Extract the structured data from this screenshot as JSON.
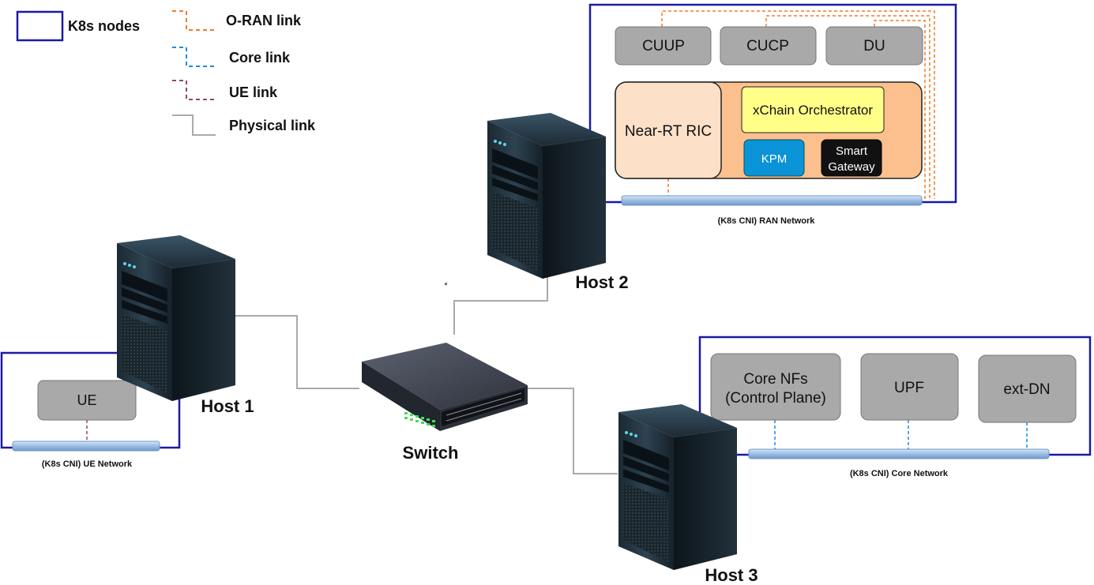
{
  "legend": {
    "k8s_nodes": "K8s nodes",
    "oran_link": "O-RAN link",
    "core_link": "Core link",
    "ue_link": "UE link",
    "physical_link": "Physical link"
  },
  "hosts": {
    "host1": "Host 1",
    "host2": "Host 2",
    "host3": "Host 3"
  },
  "switch": "Switch",
  "ran_node": {
    "cuup": "CUUP",
    "cucp": "CUCP",
    "du": "DU",
    "ric": "Near-RT RIC",
    "xchain": "xChain Orchestrator",
    "kpm": "KPM",
    "smart_gateway_line1": "Smart",
    "smart_gateway_line2": "Gateway",
    "network": "(K8s CNI) RAN Network"
  },
  "core_node": {
    "core_nfs_line1": "Core NFs",
    "core_nfs_line2": "(Control Plane)",
    "upf": "UPF",
    "ext_dn": "ext-DN",
    "network": "(K8s CNI) Core Network"
  },
  "ue_node": {
    "ue": "UE",
    "network": "(K8s CNI) UE Network"
  },
  "colors": {
    "k8s_border": "#1a1aa6",
    "oran_link": "#f07b2a",
    "core_link": "#1e88e5",
    "ue_link": "#8e4a66",
    "physical_link": "#aaaaaa",
    "nf_box": "#a9a9a9",
    "ric_bg": "#fde0c8",
    "ric_panel": "#fcc08e",
    "xchain": "#ffff88",
    "kpm": "#0b93d8",
    "smart_gateway": "#111111"
  }
}
